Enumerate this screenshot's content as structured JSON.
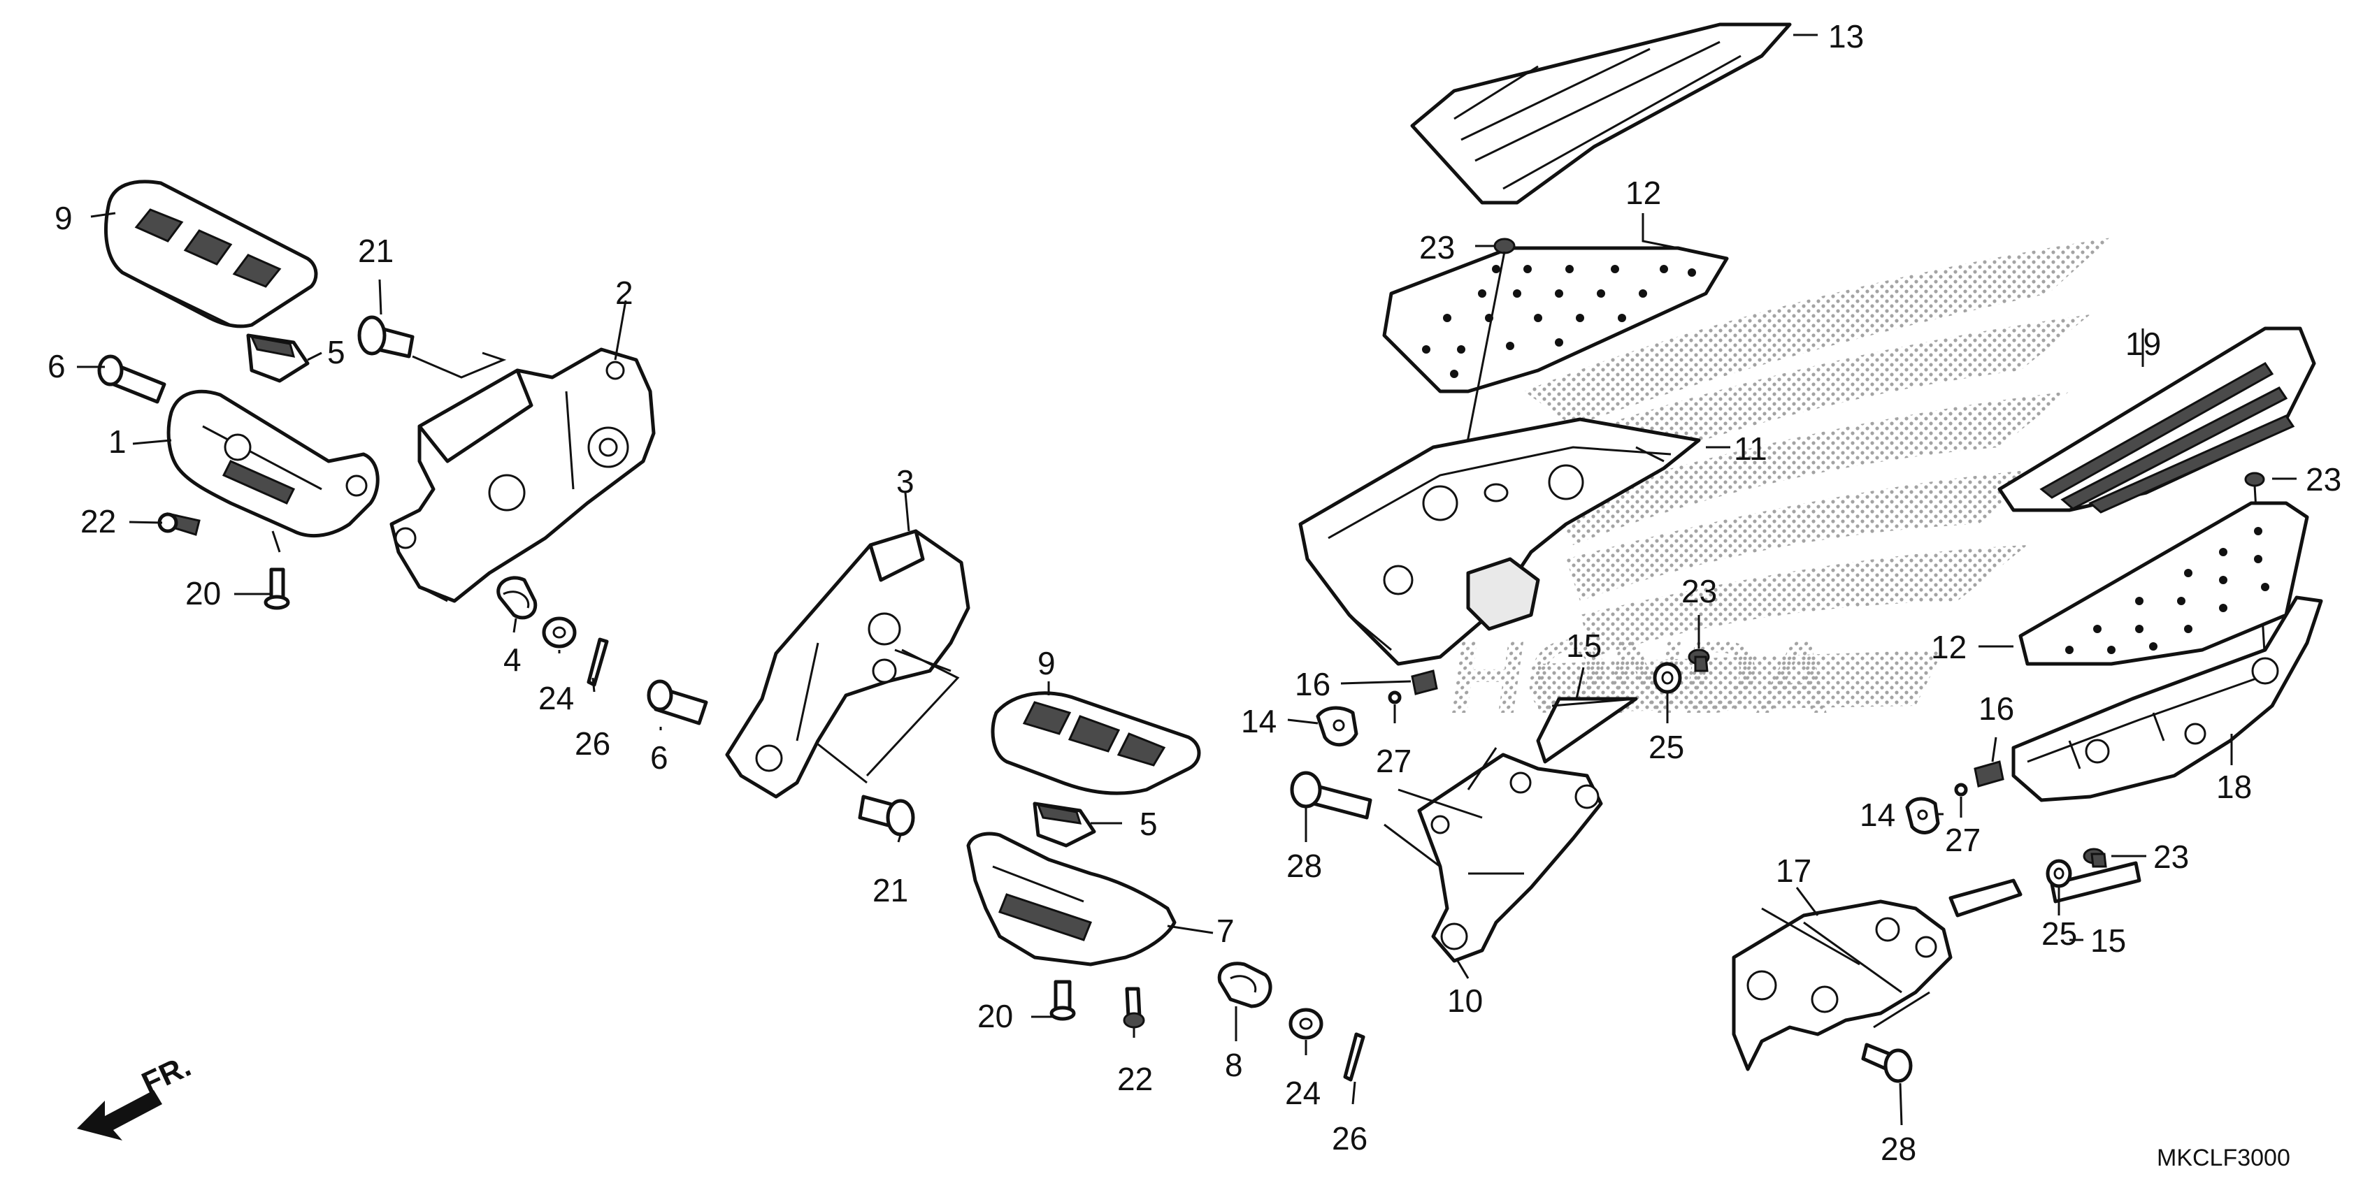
{
  "diagram_code": "MKCLF3000",
  "direction_label": "FR.",
  "watermark_text": "HONDA",
  "callouts": {
    "c1": "1",
    "c2": "2",
    "c3": "3",
    "c4": "4",
    "c5a": "5",
    "c5b": "5",
    "c6a": "6",
    "c6b": "6",
    "c7": "7",
    "c8": "8",
    "c9a": "9",
    "c9b": "9",
    "c10": "10",
    "c11": "11",
    "c12a": "12",
    "c12b": "12",
    "c13": "13",
    "c14a": "14",
    "c14b": "14",
    "c15a": "15",
    "c15b": "15",
    "c16a": "16",
    "c16b": "16",
    "c17": "17",
    "c18": "18",
    "c19": "19",
    "c20a": "20",
    "c20b": "20",
    "c21a": "21",
    "c21b": "21",
    "c22a": "22",
    "c22b": "22",
    "c23a": "23",
    "c23b": "23",
    "c23c": "23",
    "c23d": "23",
    "c24a": "24",
    "c24b": "24",
    "c25a": "25",
    "c25b": "25",
    "c26a": "26",
    "c26b": "26",
    "c27a": "27",
    "c27b": "27",
    "c28a": "28",
    "c28b": "28"
  }
}
